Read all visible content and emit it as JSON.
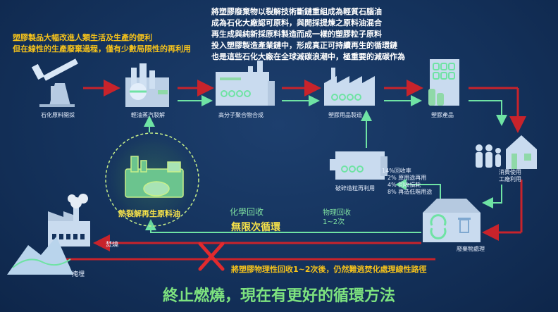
{
  "top_note": [
    "將塑膠廢棄物以裂解技術斷鏈重組成為輕質石腦油",
    "成為石化大廠認可原料，與開採提煉之原料油混合",
    "再生成與純新採原料製造而成一樣的塑膠粒子原料",
    "投入塑膠製造產業鏈中，形成真正可持續再生的循環鏈",
    "也是這些石化大廠在全球減碳浪潮中，極重要的減碳作為"
  ],
  "left_note": [
    "塑膠製品大幅改進人類生活及生產的便利",
    "但在線性的生產廢棄過程，僅有少數局限性的再利用"
  ],
  "nodes": {
    "extraction": "石化原料開採",
    "cracking": "輕油蒸汽裂解",
    "polymer": "高分子聚合物合成",
    "manufacturing": "塑膠用品製造",
    "products": "塑膠產品",
    "consumer": "消費使用\n工廠利用",
    "waste": "廢棄物處理",
    "mechanical": "破碎造粒再利用",
    "pyrolysis": "熱裂解再生原料油",
    "incineration": "焚燒",
    "landfill": "掩埋"
  },
  "recycle_stats": [
    "14%回收率",
    "2% 原用途再用",
    "4% 回收損耗",
    "8% 再造低階用途"
  ],
  "chemical_recycle": "化學回收",
  "infinite_loop": "無限次循環",
  "physical_recycle": [
    "物理回收",
    "1~2次"
  ],
  "warning_note": "將塑膠物理性回收1~2次後，仍然難逃焚化處理線性路徑",
  "bottom_title": "終止燃燒，現在有更好的循環方法",
  "colors": {
    "background": "#14325c",
    "linear_arrow": "#c8232b",
    "cycle_arrow": "#6fe3a4",
    "accent_yellow": "#f5c21b",
    "title_green": "#7de27f",
    "icon_fill": "#cfe0f2",
    "icon_accent": "#8fd9a8"
  }
}
